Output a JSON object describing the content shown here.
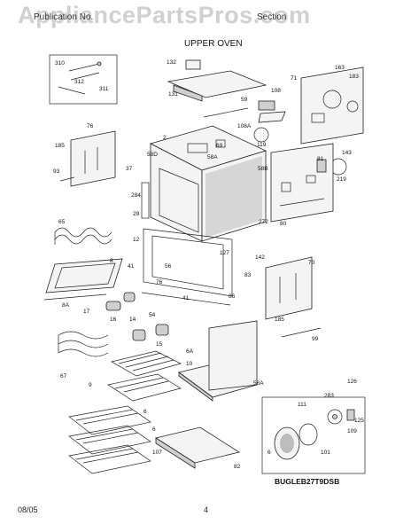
{
  "header": {
    "watermark": "AppliancePartsPros.com",
    "left_text": "Publication No.",
    "right_text": "Section",
    "title": "UPPER OVEN"
  },
  "footer": {
    "date": "08/05",
    "page": "4"
  },
  "model_code": "BUGLEB27T9DSB",
  "part_labels": [
    "310",
    "312",
    "311",
    "132",
    "131",
    "163",
    "183",
    "71",
    "108",
    "59",
    "108A",
    "119",
    "2",
    "58D",
    "58A",
    "69",
    "58B",
    "81",
    "143",
    "219",
    "76",
    "185",
    "93",
    "37",
    "284",
    "29",
    "12",
    "65",
    "272",
    "80",
    "8",
    "127",
    "142",
    "83",
    "70",
    "41",
    "56",
    "76",
    "8A",
    "17",
    "16",
    "14",
    "54",
    "15",
    "41",
    "86",
    "185",
    "99",
    "67",
    "6A",
    "10",
    "58A",
    "9",
    "126",
    "283",
    "111",
    "125",
    "6",
    "109",
    "6",
    "101",
    "107",
    "6",
    "82"
  ]
}
